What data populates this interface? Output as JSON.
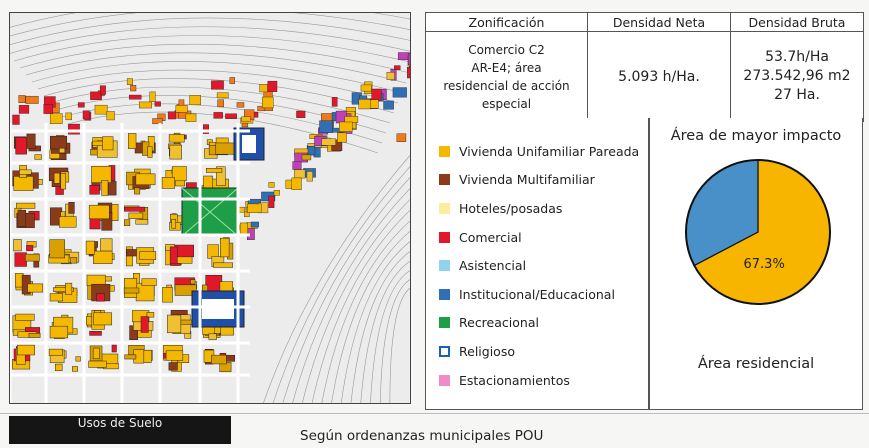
{
  "table": {
    "headers": [
      "Zonificación",
      "Densidad Neta",
      "Densidad Bruta"
    ],
    "zonificacion_lines": [
      "Comercio C2",
      "AR-E4; área",
      "residencial de acción",
      "especial"
    ],
    "densidad_neta": "5.093 h/Ha.",
    "densidad_bruta_lines": [
      "53.7h/Ha",
      "273.542,96 m2",
      "27 Ha."
    ]
  },
  "legend": [
    {
      "label": "Vivienda Unifamiliar Pareada",
      "color": "#f5b800",
      "style": "fill"
    },
    {
      "label": "Vivienda Multifamiliar",
      "color": "#8b3a1a",
      "style": "fill"
    },
    {
      "label": "Hoteles/posadas",
      "color": "#fbeea0",
      "style": "fill"
    },
    {
      "label": "Comercial",
      "color": "#e0182a",
      "style": "fill"
    },
    {
      "label": "Asistencial",
      "color": "#8fd3ee",
      "style": "fill"
    },
    {
      "label": "Institucional/Educacional",
      "color": "#2e6fb6",
      "style": "fill"
    },
    {
      "label": "Recreacional",
      "color": "#1f9e48",
      "style": "fill"
    },
    {
      "label": "Religioso",
      "color": "#1f5fb0",
      "style": "outline"
    },
    {
      "label": "Estacionamientos",
      "color": "#f08bc8",
      "style": "fill"
    }
  ],
  "pie_title": "Área de mayor impacto",
  "pie_caption": "Área residencial",
  "chart_data": {
    "type": "pie",
    "slices": [
      {
        "value": 67.3,
        "color": "#f7b500",
        "label": "67.3%"
      },
      {
        "value": 32.7,
        "color": "#4a90c8",
        "label": ""
      }
    ]
  },
  "map": {
    "block_colors": [
      "#f5b800",
      "#f5b800",
      "#f5b800",
      "#8b3a1a",
      "#e0182a",
      "#f0c030",
      "#d9a000",
      "#f5b800"
    ],
    "street_color": "#ffffff",
    "building_outline": "#222222"
  },
  "map_caption": "Usos de Suelo",
  "footer_note": "Según ordenanzas municipales POU"
}
